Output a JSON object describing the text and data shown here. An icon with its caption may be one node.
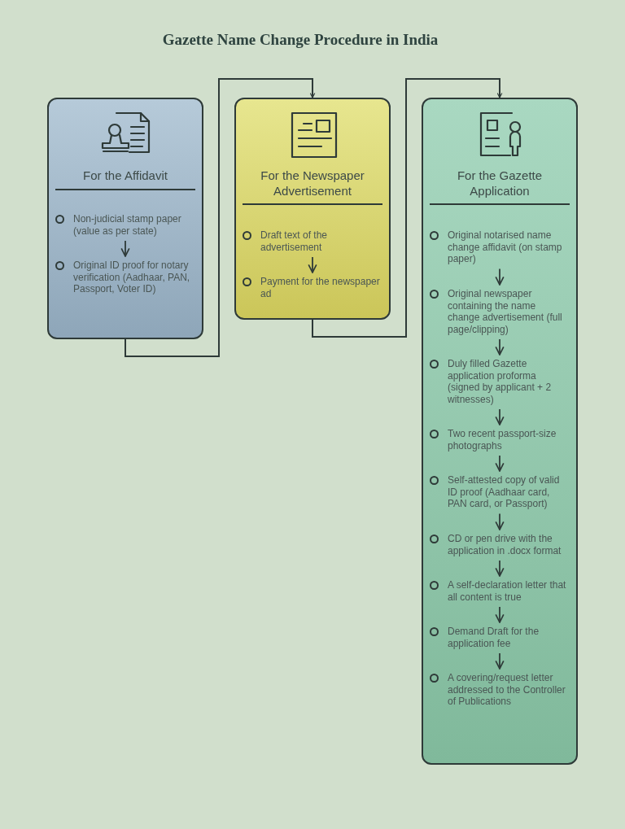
{
  "diagram": {
    "title": "Gazette Name Change Procedure in India",
    "nodes": [
      {
        "text": [
          "For the Affidavit"
        ]
      },
      {
        "text": [
          "Non-judicial stamp paper (value as per state)"
        ],
        "in": 0
      },
      {
        "text": [
          "Original ID proof for notary verification (Aadhaar, PAN, Passport, Voter ID)"
        ],
        "in": 0
      },
      {
        "text": [
          "For the Newspaper Advertisement"
        ]
      },
      {
        "text": [
          "Draft text of the advertisement"
        ],
        "in": 3
      },
      {
        "text": [
          "Payment for the newspaper ad"
        ],
        "in": 3
      },
      {
        "text": [
          "For the Gazette Application"
        ]
      },
      {
        "text": [
          "Original notarised name change affidavit (on stamp paper)"
        ],
        "in": 6
      },
      {
        "text": [
          "Original newspaper containing the name change advertisement (full page/clipping)"
        ],
        "in": 6
      },
      {
        "text": [
          "Duly filled Gazette application proforma (signed by applicant + 2 witnesses)"
        ],
        "in": 6
      },
      {
        "text": [
          "Two recent passport-size photographs"
        ],
        "in": 6
      },
      {
        "text": [
          "Self-attested copy of valid ID proof (Aadhaar card, PAN card, or Passport)"
        ],
        "in": 6
      },
      {
        "text": [
          "CD or pen drive with the application in .docx format"
        ],
        "in": 6
      },
      {
        "text": [
          "A self-declaration letter that all content is true"
        ],
        "in": 6
      },
      {
        "text": [
          "Demand Draft for the application fee"
        ],
        "in": 6
      },
      {
        "text": [
          "A covering/request letter addressed to the Controller of Publications"
        ],
        "in": 6
      }
    ],
    "edges": [
      {
        "from": 0,
        "to": 3,
        "arrow": "to"
      },
      {
        "from": 3,
        "to": 6,
        "arrow": "to"
      },
      {
        "from": 1,
        "to": 2,
        "arrow": "to"
      },
      {
        "from": 4,
        "to": 5,
        "arrow": "to"
      },
      {
        "from": 7,
        "to": 8,
        "arrow": "to"
      },
      {
        "from": 8,
        "to": 9,
        "arrow": "to"
      },
      {
        "from": 9,
        "to": 10,
        "arrow": "to"
      },
      {
        "from": 10,
        "to": 11,
        "arrow": "to"
      },
      {
        "from": 11,
        "to": 12,
        "arrow": "to"
      },
      {
        "from": 12,
        "to": 13,
        "arrow": "to"
      },
      {
        "from": 13,
        "to": 14,
        "arrow": "to"
      },
      {
        "from": 14,
        "to": 15,
        "arrow": "to"
      }
    ]
  }
}
